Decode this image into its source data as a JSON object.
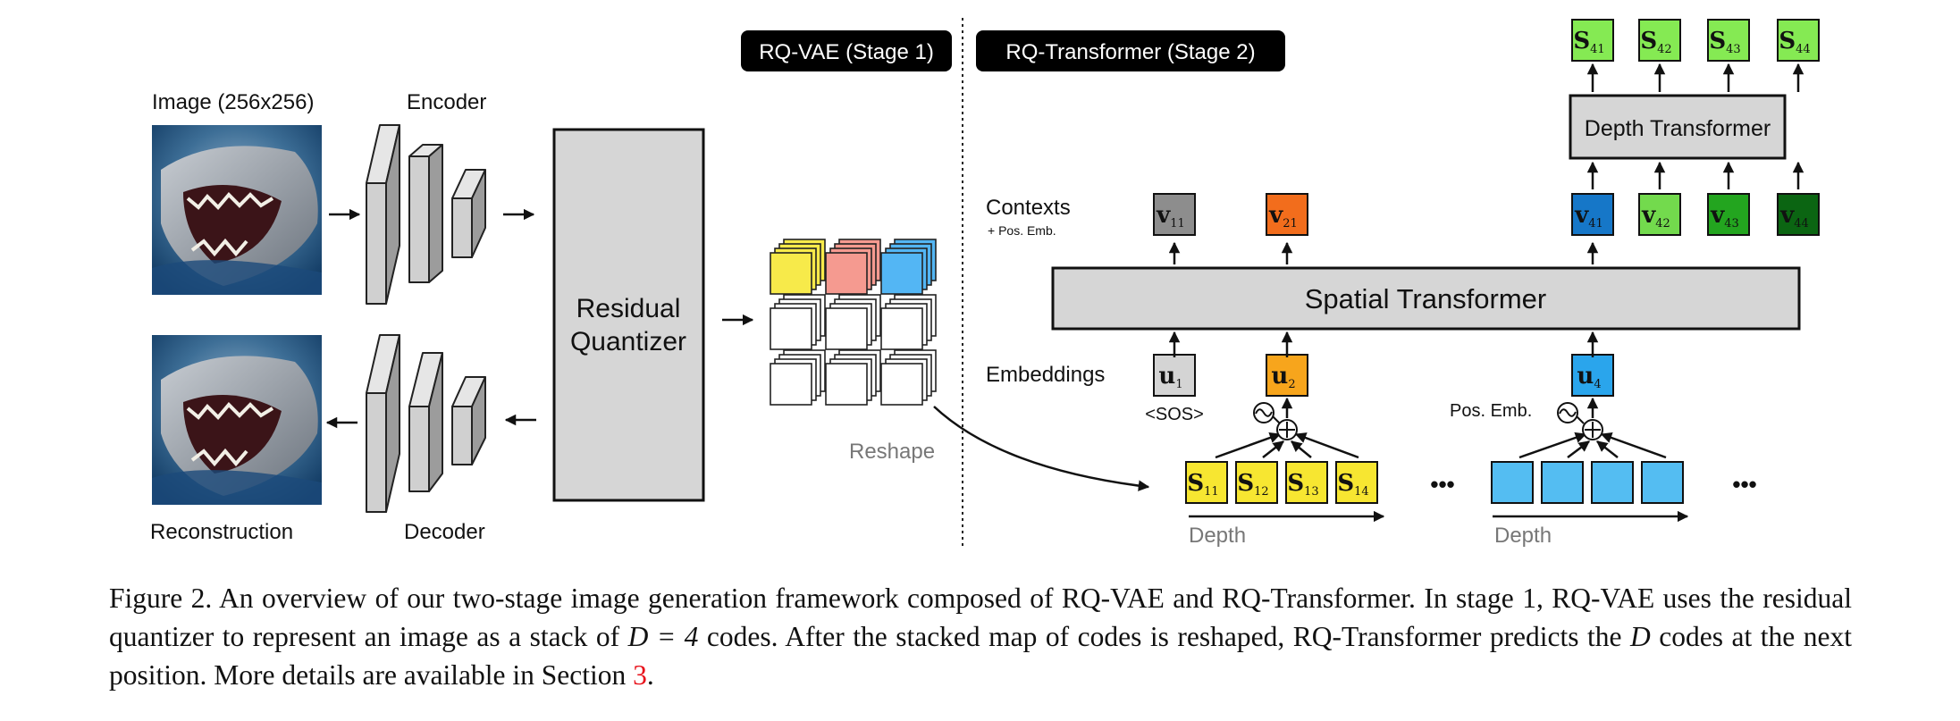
{
  "stage_labels": {
    "stage1": "RQ-VAE (Stage 1)",
    "stage2": "RQ-Transformer (Stage 2)"
  },
  "stage1": {
    "image_label": "Image (256x256)",
    "encoder_label": "Encoder",
    "reconstruction_label": "Reconstruction",
    "decoder_label": "Decoder",
    "quantizer_label_line1": "Residual",
    "quantizer_label_line2": "Quantizer",
    "reshape_label": "Reshape",
    "code_colors": [
      "#f7ea4a",
      "#f59a90",
      "#53b6f4"
    ]
  },
  "stage2": {
    "contexts_label": "Contexts",
    "pos_emb_small_label": "+ Pos. Emb.",
    "embeddings_label": "Embeddings",
    "sos_label": "<SOS>",
    "pos_emb_label": "Pos. Emb.",
    "spatial_transformer_label": "Spatial Transformer",
    "depth_transformer_label": "Depth Transformer",
    "depth_label_1": "Depth",
    "depth_label_2": "Depth",
    "ellipsis": "•••",
    "contexts": [
      {
        "symbol": "v",
        "sub": "11",
        "color": "#8d8d8d"
      },
      {
        "symbol": "v",
        "sub": "21",
        "color": "#f26d1c"
      },
      {
        "symbol": "v",
        "sub": "41",
        "color": "#1677c8"
      },
      {
        "symbol": "v",
        "sub": "42",
        "color": "#73da4d"
      },
      {
        "symbol": "v",
        "sub": "43",
        "color": "#23a51f"
      },
      {
        "symbol": "v",
        "sub": "44",
        "color": "#0b6512"
      }
    ],
    "embeddings": [
      {
        "symbol": "u",
        "sub": "1",
        "color": "#d4d4d4"
      },
      {
        "symbol": "u",
        "sub": "2",
        "color": "#f7a51c"
      },
      {
        "symbol": "u",
        "sub": "4",
        "color": "#2aa5ec"
      }
    ],
    "input_codes": [
      {
        "symbol": "S",
        "sub": "11",
        "color": "#f7e631"
      },
      {
        "symbol": "S",
        "sub": "12",
        "color": "#f7e631"
      },
      {
        "symbol": "S",
        "sub": "13",
        "color": "#f7e631"
      },
      {
        "symbol": "S",
        "sub": "14",
        "color": "#f7e631"
      }
    ],
    "blue_code_color": "#54bdf2",
    "output_codes": [
      {
        "symbol": "S",
        "sub": "41",
        "color": "#85ea53"
      },
      {
        "symbol": "S",
        "sub": "42",
        "color": "#85ea53"
      },
      {
        "symbol": "S",
        "sub": "43",
        "color": "#85ea53"
      },
      {
        "symbol": "S",
        "sub": "44",
        "color": "#85ea53"
      }
    ]
  },
  "caption": {
    "part1": "Figure 2. An overview of our two-stage image generation framework composed of RQ-VAE and RQ-Transformer. In stage 1, RQ-VAE uses the residual quantizer to represent an image as a stack of ",
    "math1": "D = 4",
    "part2": " codes. After the stacked map of codes is reshaped, RQ-Transformer predicts the ",
    "math2": "D",
    "part3": " codes at the next position. More details are available in Section ",
    "ref": "3",
    "part4": "."
  }
}
